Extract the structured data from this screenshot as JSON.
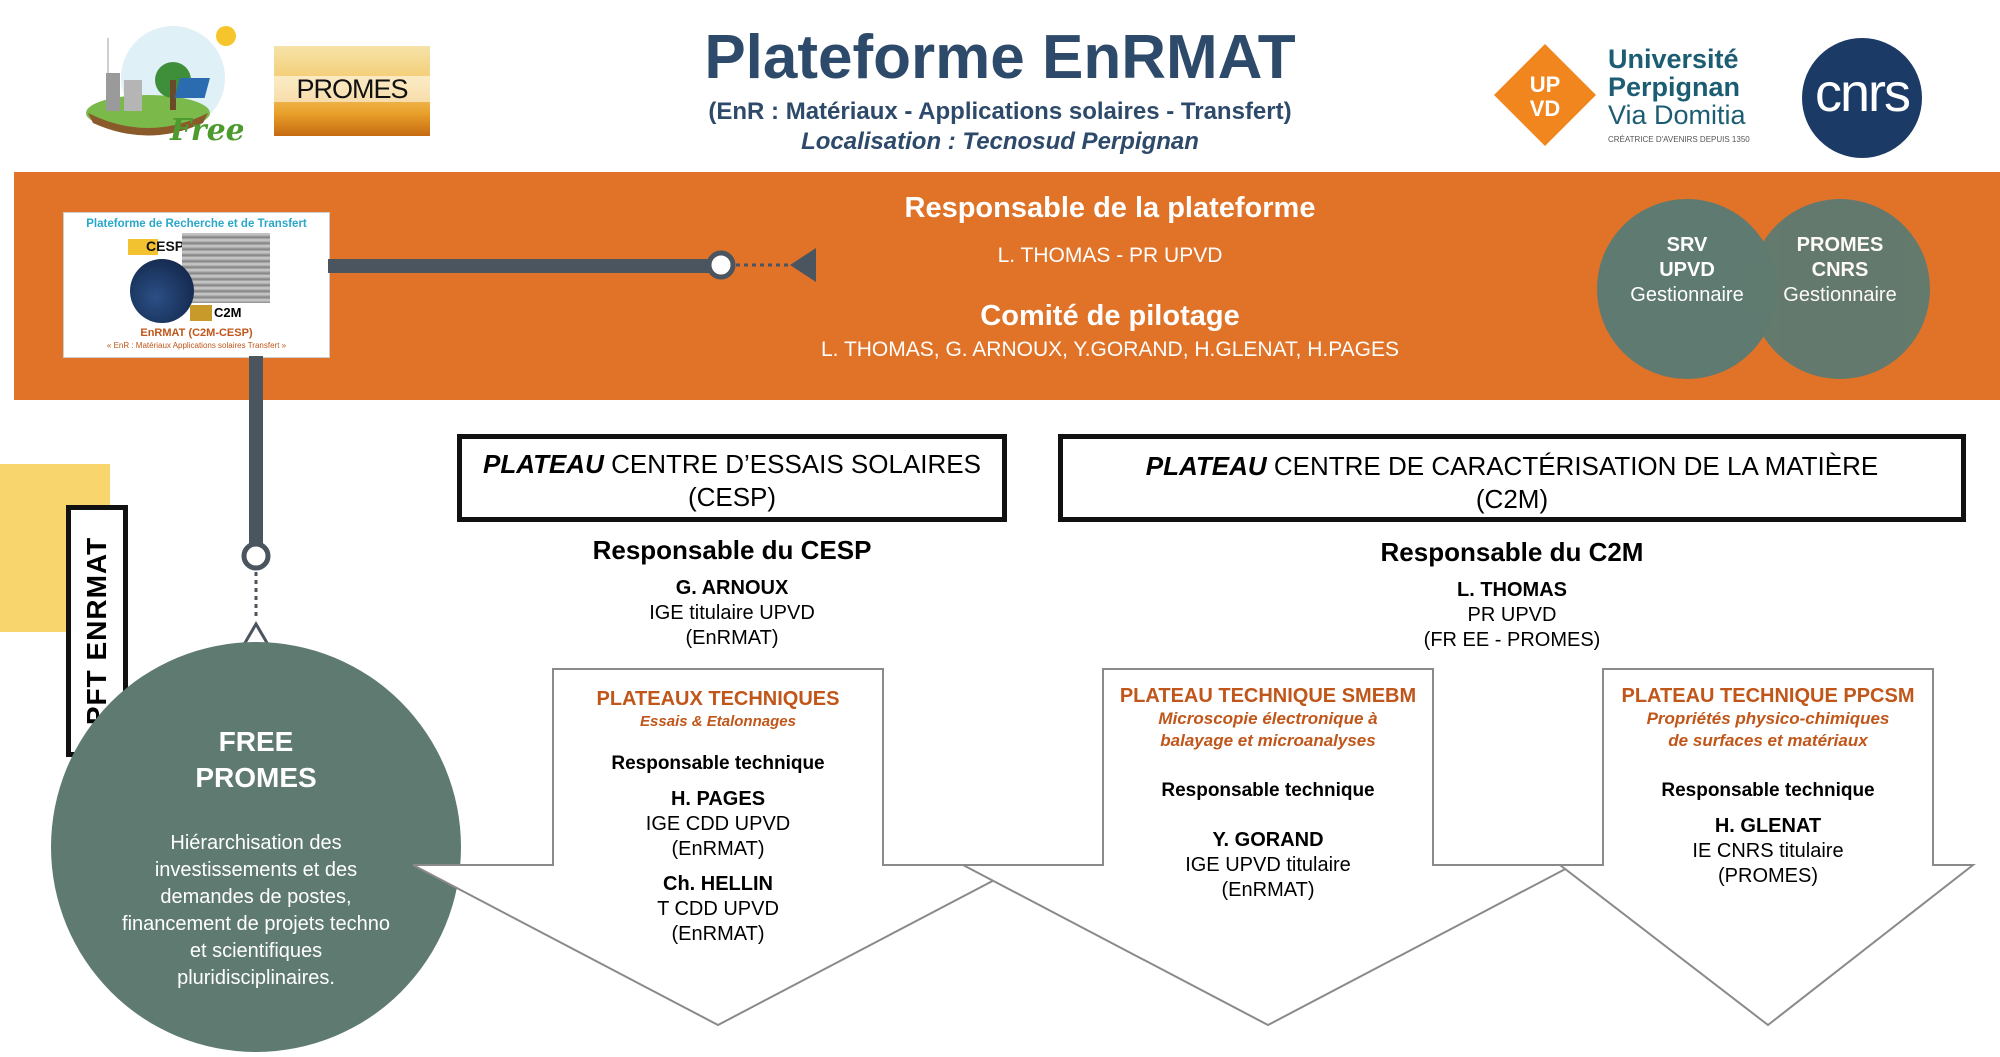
{
  "header": {
    "title": "Plateforme EnRMAT",
    "subtitle": "(EnR : Matériaux - Applications solaires - Transfert)",
    "location": "Localisation : Tecnosud Perpignan"
  },
  "logos": {
    "free": "Free",
    "promes": "PROMES",
    "upvd_badge_line1": "UP",
    "upvd_badge_line2": "VD",
    "univ_line1": "Université",
    "univ_line2": "Perpignan",
    "univ_line3": "Via Domitia",
    "univ_tagline": "CRÉATRICE D'AVENIRS DEPUIS 1350",
    "cnrs": "cnrs"
  },
  "thumbnail": {
    "top": "Plateforme de Recherche et de Transfert",
    "cesp": "CESP",
    "c2m": "C2M",
    "name": "EnRMAT (C2M-CESP)",
    "tagline": "« EnR : Matériaux Applications solaires Transfert »"
  },
  "responsable": {
    "heading": "Responsable de la plateforme",
    "name": "L. THOMAS - PR UPVD"
  },
  "comite": {
    "heading": "Comité de pilotage",
    "members": "L. THOMAS, G. ARNOUX, Y.GORAND, H.GLENAT, H.PAGES"
  },
  "gestion": [
    {
      "l1": "SRV",
      "l2": "UPVD",
      "l3": "Gestionnaire"
    },
    {
      "l1": "PROMES",
      "l2": "CNRS",
      "l3": "Gestionnaire"
    }
  ],
  "side_label": "PFT ENRMAT",
  "free_circle": {
    "l1": "FREE",
    "l2": "PROMES",
    "body": [
      "Hiérarchisation des",
      "investissements et des",
      "demandes de postes,",
      "financement de projets techno",
      "et scientifiques",
      "pluridisciplinaires."
    ]
  },
  "cesp": {
    "box_bold": "PLATEAU",
    "box_rest": " CENTRE D’ESSAIS SOLAIRES",
    "box_line2": "(CESP)",
    "resp_heading": "Responsable du CESP",
    "resp_name": "G. ARNOUX",
    "resp_l2": "IGE titulaire UPVD",
    "resp_l3": "(EnRMAT)"
  },
  "c2m": {
    "box_bold": "PLATEAU",
    "box_rest": " CENTRE DE CARACTÉRISATION DE LA MATIÈRE",
    "box_line2": "(C2M)",
    "resp_heading": "Responsable du C2M",
    "resp_name": "L. THOMAS",
    "resp_l2": "PR UPVD",
    "resp_l3": "(FR EE - PROMES)"
  },
  "arrows": [
    {
      "title": "PLATEAUX TECHNIQUES",
      "sub": [
        "Essais & Etalonnages"
      ],
      "tech": "Responsable technique",
      "people": [
        {
          "name": "H. PAGES",
          "l2": "IGE CDD UPVD",
          "l3": "(EnRMAT)"
        },
        {
          "name": "Ch. HELLIN",
          "l2": "T CDD UPVD",
          "l3": "(EnRMAT)"
        }
      ]
    },
    {
      "title": "PLATEAU TECHNIQUE SMEBM",
      "sub": [
        "Microscopie électronique à",
        "balayage et microanalyses"
      ],
      "tech": "Responsable technique",
      "people": [
        {
          "name": "Y. GORAND",
          "l2": "IGE UPVD titulaire",
          "l3": "(EnRMAT)"
        }
      ]
    },
    {
      "title": "PLATEAU TECHNIQUE PPCSM",
      "sub": [
        "Propriétés physico-chimiques",
        "de surfaces et matériaux"
      ],
      "tech": "Responsable technique",
      "people": [
        {
          "name": "H. GLENAT",
          "l2": "IE CNRS titulaire",
          "l3": "(PROMES)"
        }
      ]
    }
  ],
  "colors": {
    "navy": "#2e4a6b",
    "orange": "#e07328",
    "orange_text": "#c0561a",
    "slate": "#5f7a70",
    "gray_line": "#4a5560",
    "yellow": "#f9d56e",
    "upvd_orange": "#f0861d",
    "cnrs_blue": "#1c3a66"
  }
}
